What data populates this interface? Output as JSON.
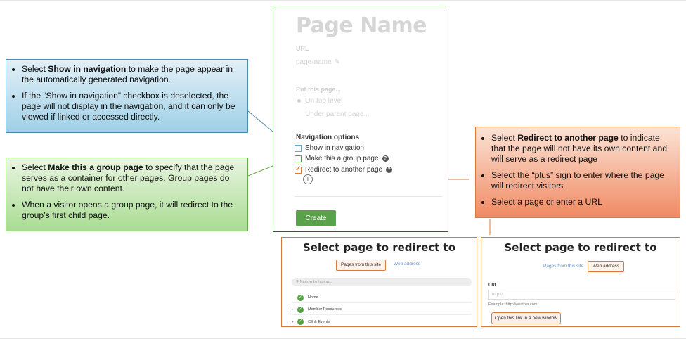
{
  "callouts": {
    "blue": {
      "b1_pre": "Select ",
      "b1_bold": "Show in navigation",
      "b1_post": " to make the page appear in the automatically generated navigation.",
      "b2": "If the “Show in navigation” checkbox is deselected, the page will not display in the navigation, and it can only be viewed if linked or accessed directly."
    },
    "green": {
      "b1_pre": "Select ",
      "b1_bold": "Make this a group page",
      "b1_post": " to specify that the page serves as a container for other pages. Group pages do not have their own content.",
      "b2": "When a visitor opens a group page, it will redirect to the group’s first child page."
    },
    "orange": {
      "b1_pre": "Select ",
      "b1_bold": "Redirect to another page",
      "b1_post": " to indicate that the page will not have its own content and will serve as a redirect page",
      "b2": "Select the “plus” sign to enter where the page will redirect visitors",
      "b3": "Select a page or enter a URL"
    }
  },
  "form": {
    "title": "Page Name",
    "url_label": "URL",
    "url_value": "page-name",
    "put_label": "Put this page...",
    "opt_top": "On top level",
    "opt_parent": "Under parent page...",
    "nav_heading": "Navigation options",
    "show_nav": "Show in navigation",
    "group_page": "Make this a group page",
    "redirect": "Redirect to another page",
    "plus": "+",
    "create": "Create"
  },
  "redirect_panel_1": {
    "title": "Select page to redirect to",
    "tab_pages": "Pages from this site",
    "tab_web": "Web address",
    "search_placeholder": "Narrow by typing...",
    "items": [
      "Home",
      "Member Resources",
      "CE & Events"
    ]
  },
  "redirect_panel_2": {
    "title": "Select page to redirect to",
    "tab_pages": "Pages from this site",
    "tab_web": "Web address",
    "url_label": "URL",
    "url_placeholder": "http://",
    "example": "Example: http://weather.com",
    "new_window": "Open this link in a new window"
  },
  "colors": {
    "blue_border": "#4e8ba8",
    "green_border": "#6aa84f",
    "orange_border": "#d9793d",
    "create_button": "#5aa24a"
  }
}
